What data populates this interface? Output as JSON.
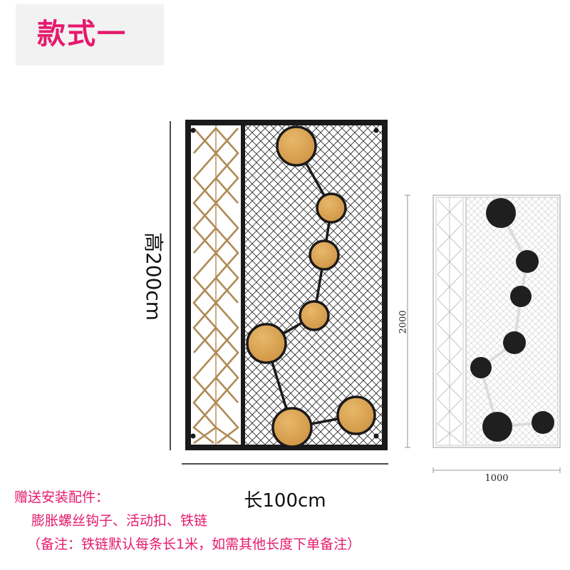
{
  "title": "款式一",
  "main_diagram": {
    "height_label": "高200cm",
    "width_label": "长100cm"
  },
  "small_diagram": {
    "height_label": "2000",
    "width_label": "1000"
  },
  "notes": {
    "heading": "赠送安装配件：",
    "items": "膨胀螺丝钩子、活动扣、铁链",
    "remark": "（备注：铁链默认每条长1米，如需其他长度下单备注）"
  },
  "colors": {
    "accent": "#e5196d",
    "frame": "#1a1a1a",
    "wood": "#d9a24e",
    "rope": "#b08a55",
    "dark_circle": "#1f1f1f"
  }
}
